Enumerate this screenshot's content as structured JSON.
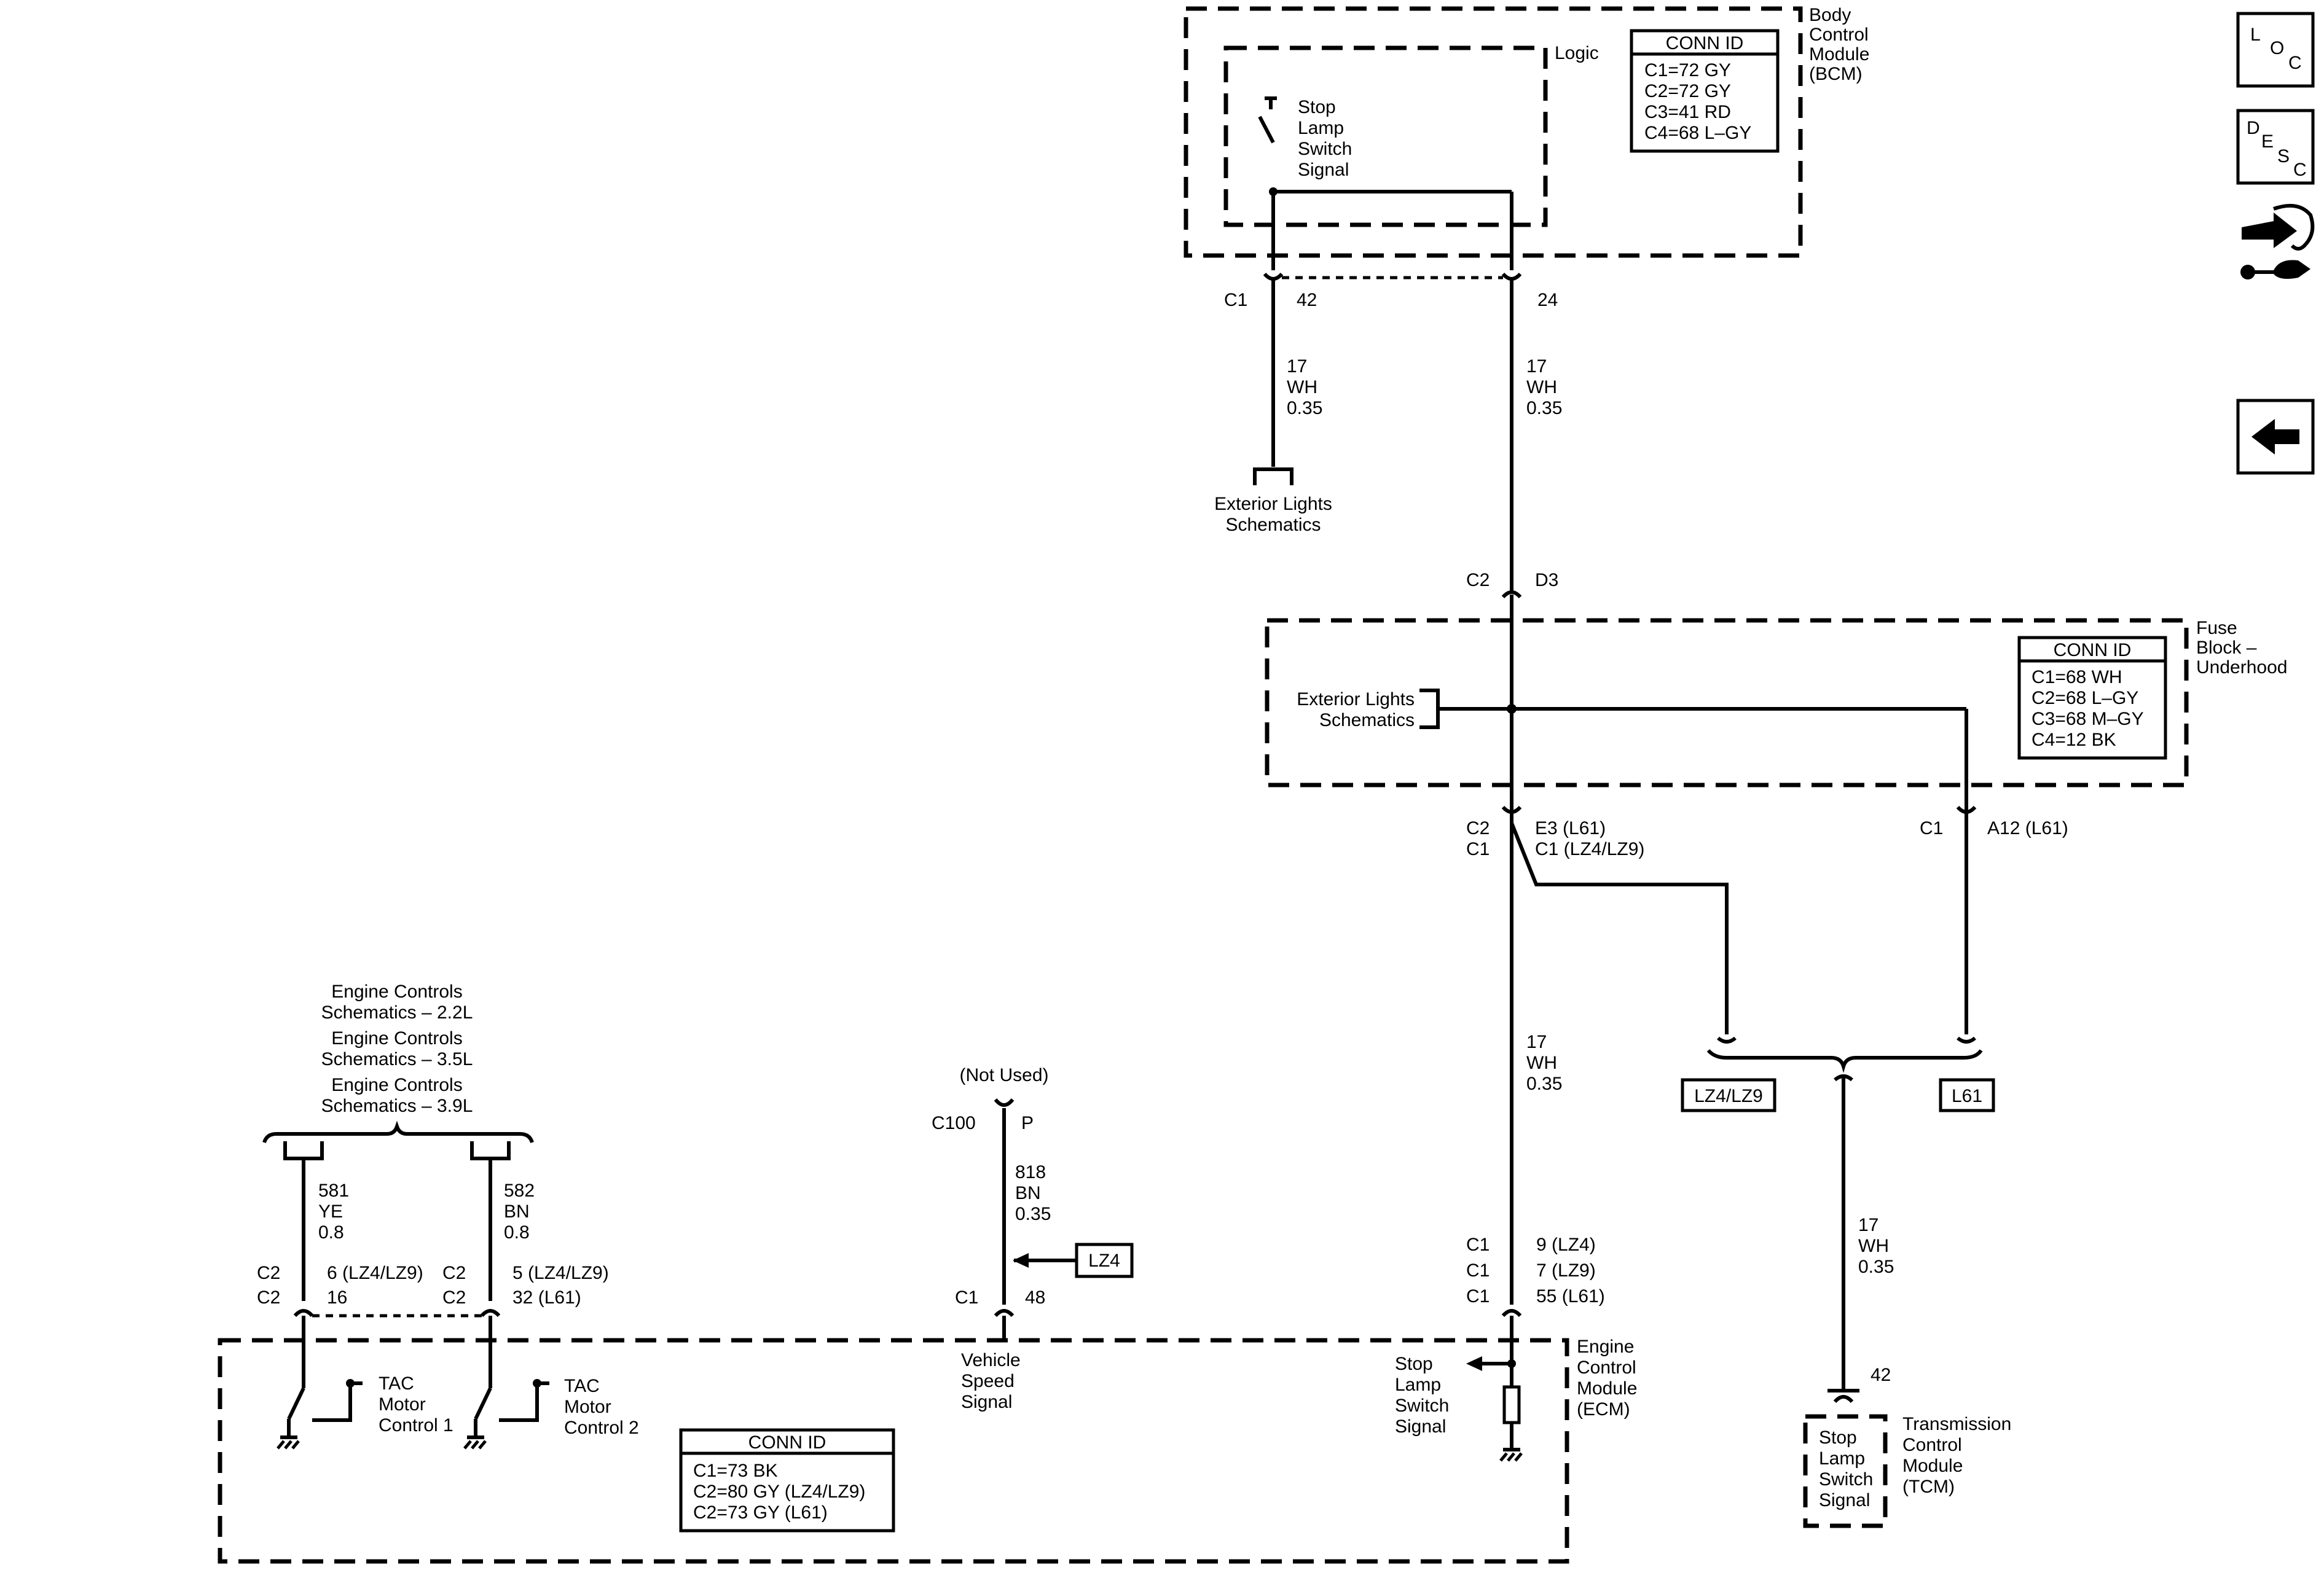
{
  "bcm": {
    "name_lines": [
      "Body",
      "Control",
      "Module",
      "(BCM)"
    ],
    "logic_label": "Logic",
    "signal_lines": [
      "Stop",
      "Lamp",
      "Switch",
      "Signal"
    ],
    "conn_title": "CONN ID",
    "conn_lines": [
      "C1=72 GY",
      "C2=72 GY",
      "C3=41 RD",
      "C4=68 L–GY"
    ],
    "pin_c1_conn": "C1",
    "pin_c1": "42",
    "pin_24": "24"
  },
  "wire_left_bcm": [
    "17",
    "WH",
    "0.35"
  ],
  "wire_right_bcm": [
    "17",
    "WH",
    "0.35"
  ],
  "exterior_lights_top": [
    "Exterior Lights",
    "Schematics"
  ],
  "fuse_block": {
    "name_lines": [
      "Fuse",
      "Block –",
      "Underhood"
    ],
    "top_conn": "C2",
    "top_pin": "D3",
    "ext_lights": [
      "Exterior Lights",
      "Schematics"
    ],
    "conn_title": "CONN ID",
    "conn_lines": [
      "C1=68 WH",
      "C2=68 L–GY",
      "C3=68 M–GY",
      "C4=12 BK"
    ],
    "bottom_left_conns": [
      "C2",
      "C1"
    ],
    "bottom_left_pins": [
      "E3 (L61)",
      "C1 (LZ4/LZ9)"
    ],
    "bottom_right_conn": "C1",
    "bottom_right_pin": "A12 (L61)"
  },
  "wire_fuse_to_ecm": [
    "17",
    "WH",
    "0.35"
  ],
  "options": {
    "left": "LZ4/LZ9",
    "right": "L61"
  },
  "wire_to_tcm": [
    "17",
    "WH",
    "0.35"
  ],
  "tcm": {
    "pin": "42",
    "signal_lines": [
      "Stop",
      "Lamp",
      "Switch",
      "Signal"
    ],
    "name_lines": [
      "Transmission",
      "Control",
      "Module",
      "(TCM)"
    ]
  },
  "engine_controls": [
    "Engine Controls",
    "Schematics – 2.2L",
    "Engine Controls",
    "Schematics – 3.5L",
    "Engine Controls",
    "Schematics – 3.9L"
  ],
  "wire_581": [
    "581",
    "YE",
    "0.8"
  ],
  "wire_582": [
    "582",
    "BN",
    "0.8"
  ],
  "tac1": {
    "conns": [
      "C2",
      "C2"
    ],
    "pins": [
      "6 (LZ4/LZ9)",
      "16"
    ],
    "label": [
      "TAC",
      "Motor",
      "Control 1"
    ]
  },
  "tac2": {
    "conns": [
      "C2",
      "C2"
    ],
    "pins": [
      "5 (LZ4/LZ9)",
      "32 (L61)"
    ],
    "label": [
      "TAC",
      "Motor",
      "Control 2"
    ]
  },
  "vss": {
    "not_used": "(Not Used)",
    "c100": "C100",
    "c100_pin": "P",
    "wire": [
      "818",
      "BN",
      "0.35"
    ],
    "option": "LZ4",
    "conn": "C1",
    "pin": "48",
    "label": [
      "Vehicle",
      "Speed",
      "Signal"
    ]
  },
  "ecm": {
    "conns": [
      "C1",
      "C1",
      "C1"
    ],
    "pins": [
      "9 (LZ4)",
      "7 (LZ9)",
      "55 (L61)"
    ],
    "signal_lines": [
      "Stop",
      "Lamp",
      "Switch",
      "Signal"
    ],
    "name_lines": [
      "Engine",
      "Control",
      "Module",
      "(ECM)"
    ],
    "conn_title": "CONN ID",
    "conn_lines": [
      "C1=73 BK",
      "C2=80 GY (LZ4/LZ9)",
      "C2=73 GY (L61)"
    ]
  },
  "nav": {
    "loc": [
      "L",
      "O",
      "C"
    ],
    "desc": [
      "D",
      "E",
      "S",
      "C"
    ]
  }
}
